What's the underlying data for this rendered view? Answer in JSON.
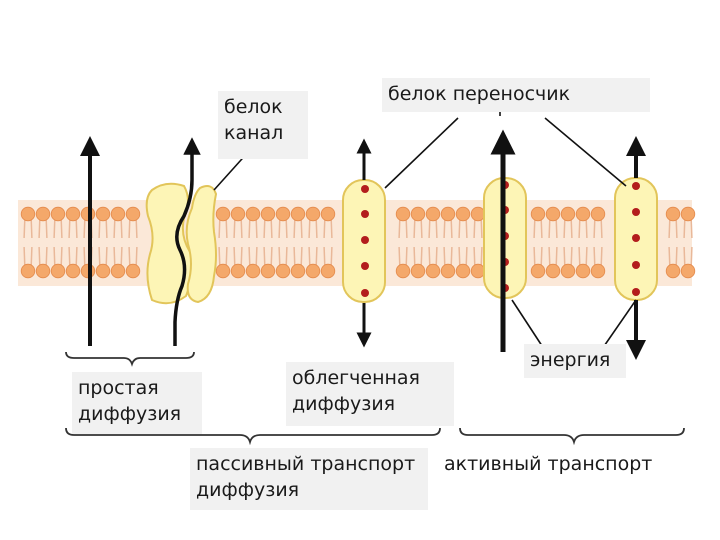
{
  "labels": {
    "channel_protein": "белок\nканал",
    "carrier_protein": "белок  переносчик",
    "simple_diffusion": "простая\nдиффузия",
    "facilitated_diffusion": "облегченная\nдиффузия",
    "energy": "энергия",
    "passive_transport": "пассивный транспорт\nдиффузия",
    "active_transport": "активный транспорт"
  },
  "colors": {
    "membrane_band": "#fbe8d8",
    "lipid_head": "#f4a86a",
    "lipid_tail": "#e9b899",
    "protein_fill": "#fdf5b6",
    "protein_stroke": "#e2c55a",
    "molecule": "#b31d1d",
    "arrow": "#111111",
    "label_bg": "#f1f1f1"
  }
}
